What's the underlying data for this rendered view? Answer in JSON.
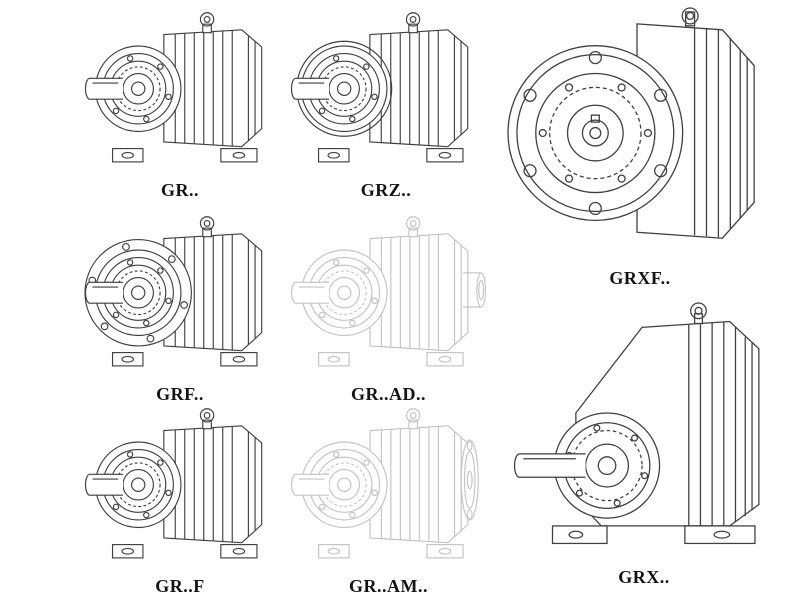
{
  "page": {
    "background": "#ffffff",
    "line_color": "#3f3f3f",
    "ghost_line_color": "#c3c3c3",
    "label_color": "#141414"
  },
  "figures": [
    {
      "id": "gr",
      "label": "GR..",
      "style": "solid",
      "description": "foot-mounted helical gear unit, solid shaft"
    },
    {
      "id": "grz",
      "label": "GRZ..",
      "style": "solid",
      "description": "foot-mounted helical gear unit with double bearing ring"
    },
    {
      "id": "grxf",
      "label": "GRXF..",
      "style": "solid",
      "description": "flange-mounted helical gear unit, front flange view"
    },
    {
      "id": "grf",
      "label": "GRF..",
      "style": "solid",
      "description": "flange-mounted helical gear unit with feet"
    },
    {
      "id": "gr-ad",
      "label": "GR..AD..",
      "style": "ghost",
      "description": "helical gear unit with input shaft adapter (phantom view)"
    },
    {
      "id": "gr-f",
      "label": "GR..F",
      "style": "solid",
      "description": "foot-mounted helical gear unit"
    },
    {
      "id": "gr-am",
      "label": "GR..AM..",
      "style": "ghost",
      "description": "helical gear unit with motor adapter flange (phantom view)"
    },
    {
      "id": "grx",
      "label": "GRX..",
      "style": "solid",
      "description": "large foot-mounted helical gear unit"
    }
  ]
}
